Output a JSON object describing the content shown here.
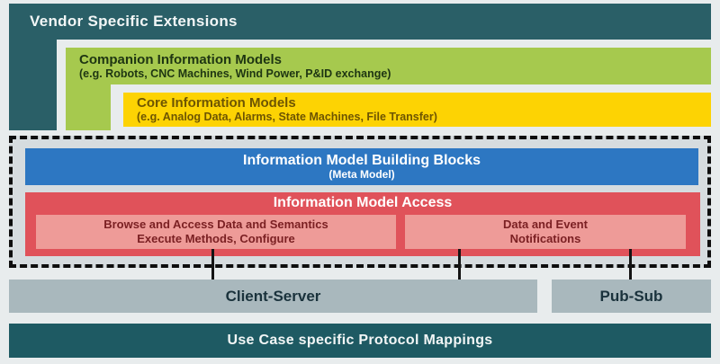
{
  "diagram": {
    "vendor": {
      "title": "Vendor Specific Extensions"
    },
    "companion": {
      "title": "Companion Information Models",
      "subtitle": "(e.g. Robots, CNC Machines, Wind Power, P&ID exchange)"
    },
    "core": {
      "title": "Core Information Models",
      "subtitle": "(e.g. Analog Data, Alarms, State Machines, File Transfer)"
    },
    "building_blocks": {
      "title": "Information Model Building Blocks",
      "subtitle": "(Meta Model)"
    },
    "model_access": {
      "title": "Information Model Access",
      "services": {
        "line1": "Browse and Access Data and Semantics",
        "line2": "Execute Methods, Configure"
      },
      "notifications": {
        "line1": "Data and Event",
        "line2": "Notifications"
      }
    },
    "transport": {
      "client_server": "Client-Server",
      "pub_sub": "Pub-Sub"
    },
    "protocol": {
      "title": "Use Case specific Protocol Mappings"
    }
  },
  "colors": {
    "teal": "#2a5f67",
    "teal_dark": "#1e5a63",
    "green": "#a6c94e",
    "yellow": "#fdd303",
    "blue": "#2d77c2",
    "red": "#e0525a",
    "pink": "#ee9b98",
    "gray": "#a9b8bd",
    "background": "#e8eced",
    "dashed_border": "#0e0e0e"
  }
}
